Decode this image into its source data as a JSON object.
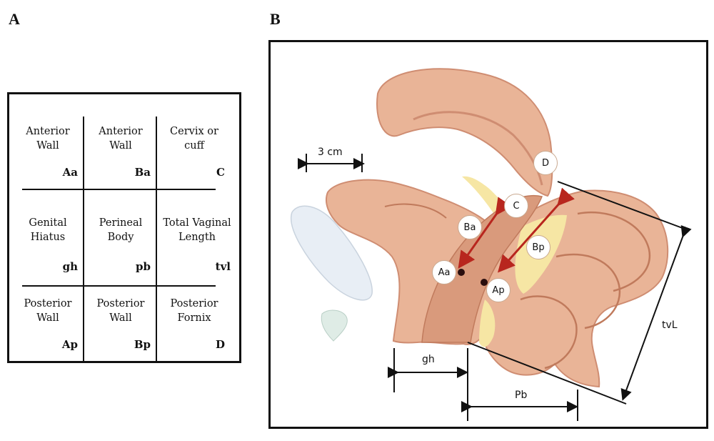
{
  "panels": {
    "a_label": "A",
    "b_label": "B"
  },
  "grid": {
    "rows": [
      [
        {
          "desc": "Anterior\nWall",
          "code": "Aa"
        },
        {
          "desc": "Anterior\nWall",
          "code": "Ba"
        },
        {
          "desc": "Cervix or\ncuff",
          "code": "C"
        }
      ],
      [
        {
          "desc": "Genital\nHiatus",
          "code": "gh"
        },
        {
          "desc": "Perineal\nBody",
          "code": "pb"
        },
        {
          "desc": "Total Vaginal\nLength",
          "code": "tvl"
        }
      ],
      [
        {
          "desc": "Posterior\nWall",
          "code": "Ap"
        },
        {
          "desc": "Posterior\nWall",
          "code": "Bp"
        },
        {
          "desc": "Posterior\nFornix",
          "code": "D"
        }
      ]
    ]
  },
  "diagram": {
    "markers": {
      "D": "D",
      "C": "C",
      "Ba": "Ba",
      "Aa": "Aa",
      "Bp": "Bp",
      "Ap": "Ap"
    },
    "scale_label": "3 cm",
    "gh_label": "gh",
    "pb_label": "Pb",
    "tvl_label": "tvL"
  },
  "colors": {
    "tissue": "#e9b497",
    "tissue_dark": "#cf8d72",
    "fat": "#f6e6a4",
    "arrow": "#b8261e",
    "bladder": "#e8eef5"
  }
}
